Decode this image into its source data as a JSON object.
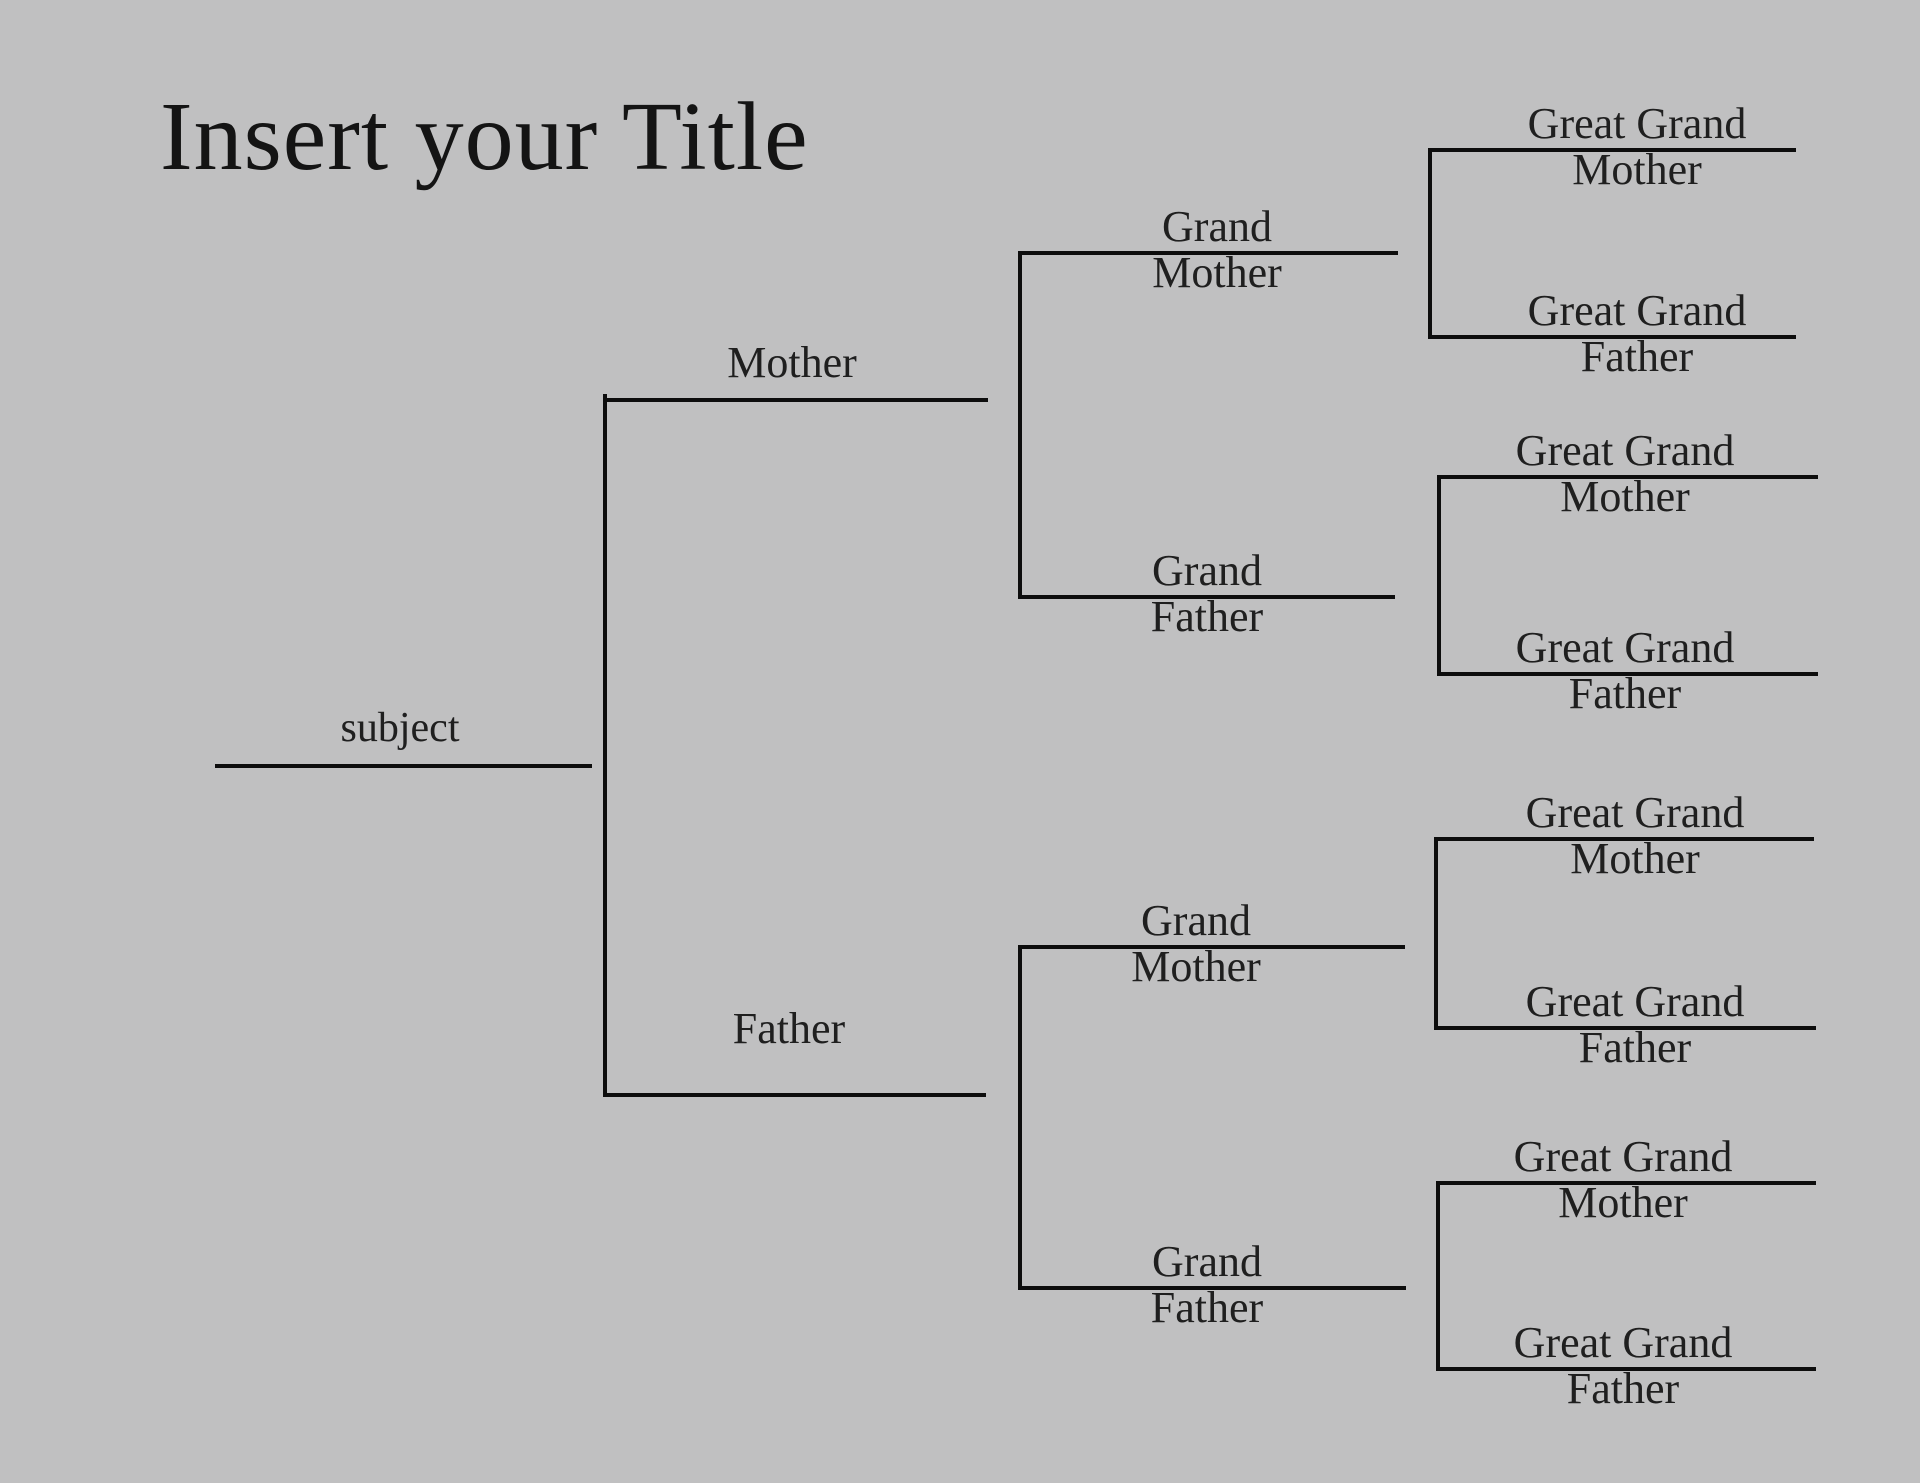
{
  "title": "Insert your Title",
  "colors": {
    "background": "#c0c0c1",
    "line": "#0d0d0d",
    "text": "#1f1f1f",
    "title_text": "#141414"
  },
  "tree": {
    "subject_label": "subject",
    "mother_label": "Mother",
    "father_label": "Father",
    "grandparents": [
      {
        "word1": "Grand",
        "word2": "Mother"
      },
      {
        "word1": "Grand",
        "word2": "Father"
      },
      {
        "word1": "Grand",
        "word2": "Mother"
      },
      {
        "word1": "Grand",
        "word2": "Father"
      }
    ],
    "great_grandparents": [
      {
        "word1": "Great Grand",
        "word2": "Mother"
      },
      {
        "word1": "Great Grand",
        "word2": "Father"
      },
      {
        "word1": "Great Grand",
        "word2": "Mother"
      },
      {
        "word1": "Great Grand",
        "word2": "Father"
      },
      {
        "word1": "Great Grand",
        "word2": "Mother"
      },
      {
        "word1": "Great Grand",
        "word2": "Father"
      },
      {
        "word1": "Great Grand",
        "word2": "Mother"
      },
      {
        "word1": "Great Grand",
        "word2": "Father"
      }
    ]
  }
}
